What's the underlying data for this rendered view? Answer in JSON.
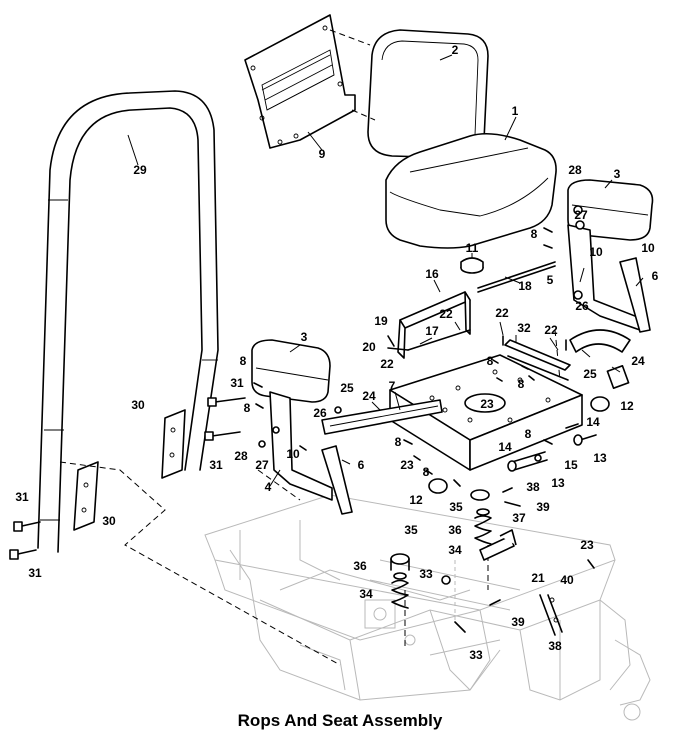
{
  "caption": "Rops And Seat Assembly",
  "callouts": {
    "c1": "1",
    "c2": "2",
    "c3a": "3",
    "c3b": "3",
    "c4": "4",
    "c5": "5",
    "c6a": "6",
    "c6b": "6",
    "c7": "7",
    "c8a": "8",
    "c8b": "8",
    "c8c": "8",
    "c8d": "8",
    "c8e": "8",
    "c8f": "8",
    "c8g": "8",
    "c9": "9",
    "c10a": "10",
    "c10b": "10",
    "c10c": "10",
    "c11": "11",
    "c12a": "12",
    "c12b": "12",
    "c13a": "13",
    "c13b": "13",
    "c14a": "14",
    "c14b": "14",
    "c15": "15",
    "c16": "16",
    "c17": "17",
    "c18": "18",
    "c19": "19",
    "c20": "20",
    "c21": "21",
    "c22a": "22",
    "c22b": "22",
    "c22c": "22",
    "c22d": "22",
    "c23a": "23",
    "c23b": "23",
    "c23c": "23",
    "c24a": "24",
    "c24b": "24",
    "c25a": "25",
    "c25b": "25",
    "c26a": "26",
    "c26b": "26",
    "c27a": "27",
    "c27b": "27",
    "c28a": "28",
    "c28b": "28",
    "c29": "29",
    "c30a": "30",
    "c30b": "30",
    "c31a": "31",
    "c31b": "31",
    "c31c": "31",
    "c31d": "31",
    "c32": "32",
    "c33a": "33",
    "c33b": "33",
    "c34a": "34",
    "c34b": "34",
    "c35a": "35",
    "c35b": "35",
    "c36a": "36",
    "c36b": "36",
    "c37": "37",
    "c38a": "38",
    "c38b": "38",
    "c39a": "39",
    "c39b": "39",
    "c40": "40"
  }
}
